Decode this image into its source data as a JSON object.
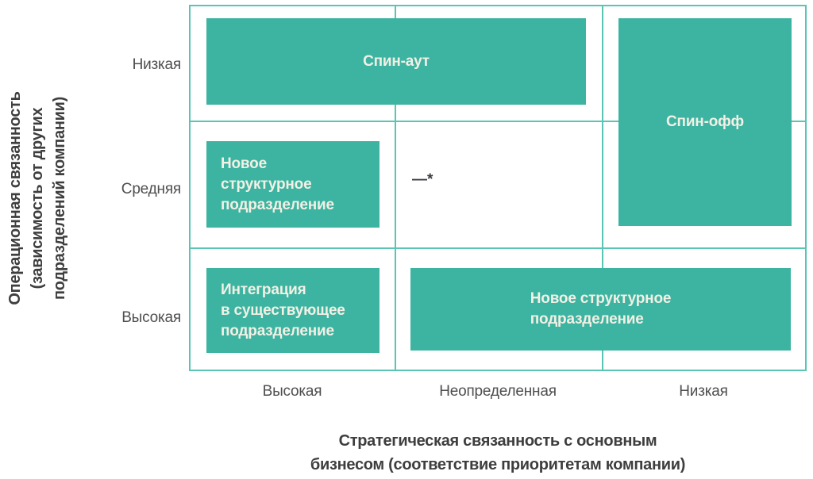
{
  "figure": {
    "type": "matrix-3x3",
    "colors": {
      "block_fill": "#3cb4a1",
      "grid_line": "#5bc5b4",
      "block_text": "#f3f0e5",
      "title_text": "#3e3e3e",
      "label_text": "#4f4f4f"
    },
    "y_axis": {
      "title_lines": [
        "Операционная связанность",
        "(зависимость от других",
        "подразделений компании)"
      ],
      "labels": [
        "Низкая",
        "Средняя",
        "Высокая"
      ]
    },
    "x_axis": {
      "labels": [
        "Высокая",
        "Неопределенная",
        "Низкая"
      ],
      "title_lines": [
        "Стратегическая связанность с основным",
        "бизнесом (соответствие приоритетам компании)"
      ]
    },
    "blocks": {
      "spin_out": {
        "label": "Спин-аут",
        "row": "Низкая",
        "columns": [
          "Высокая",
          "Неопределенная"
        ]
      },
      "spin_off": {
        "label": "Спин-офф",
        "rows": [
          "Низкая",
          "Средняя"
        ],
        "column": "Низкая"
      },
      "new_unit_mid": {
        "label": "Новое структурное подразделение",
        "lines": [
          "Новое",
          "структурное",
          "подразделение"
        ],
        "row": "Средняя",
        "column": "Высокая"
      },
      "integration": {
        "label": "Интеграция в существующее подразделение",
        "lines": [
          "Интеграция",
          "в существующее",
          "подразделение"
        ],
        "row": "Высокая",
        "column": "Высокая"
      },
      "new_unit_bottom": {
        "label": "Новое структурное подразделение",
        "lines": [
          "Новое структурное",
          "подразделение"
        ],
        "row": "Высокая",
        "columns": [
          "Неопределенная",
          "Низкая"
        ]
      }
    },
    "empty_cell": {
      "marker": "—*",
      "row": "Средняя",
      "column": "Неопределенная"
    }
  }
}
